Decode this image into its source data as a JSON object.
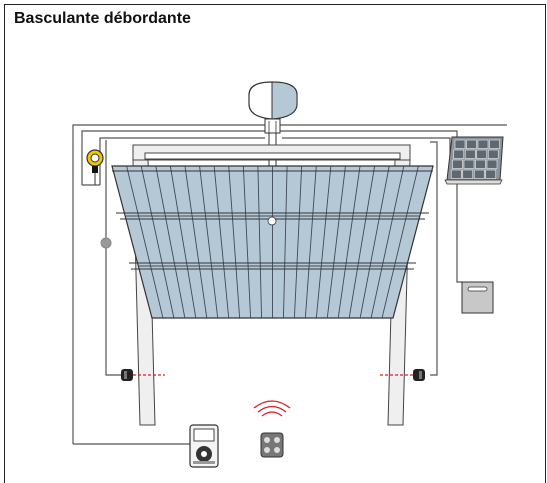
{
  "title": "Basculante débordante",
  "colors": {
    "door_fill": "#b5c8d6",
    "door_stroke": "#444444",
    "wiring": "#555555",
    "laser": "#d62020",
    "frame": "#efefef",
    "lamp_yellow": "#f2c500",
    "wifi_red": "#d62020"
  },
  "components": [
    {
      "name": "motor-unit",
      "icon": "garage-door-motor-icon"
    },
    {
      "name": "flashing-lamp",
      "icon": "flashing-light-icon"
    },
    {
      "name": "key-selector",
      "icon": "key-switch-icon"
    },
    {
      "name": "solar-panel",
      "icon": "solar-panel-icon"
    },
    {
      "name": "battery-box",
      "icon": "battery-icon"
    },
    {
      "name": "photocell-left",
      "icon": "photocell-icon"
    },
    {
      "name": "photocell-right",
      "icon": "photocell-icon"
    },
    {
      "name": "keypad",
      "icon": "keypad-icon"
    },
    {
      "name": "remote-control",
      "icon": "remote-control-icon"
    }
  ]
}
